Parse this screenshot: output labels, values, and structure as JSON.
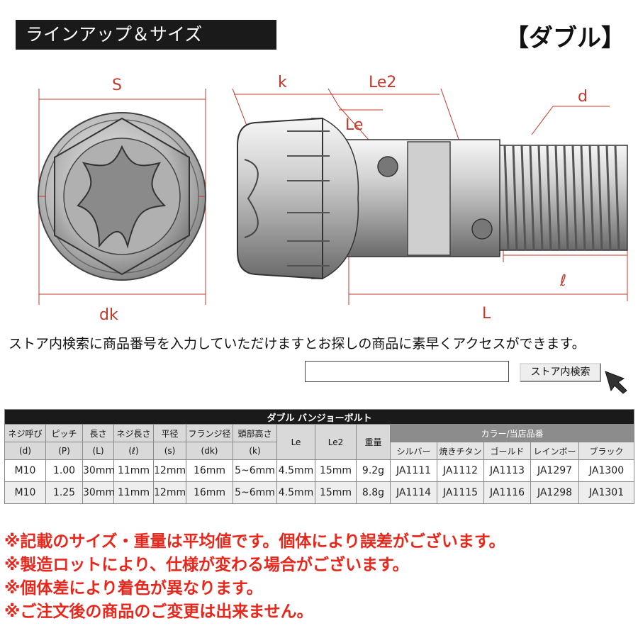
{
  "header": {
    "title": "ラインアップ＆サイズ",
    "variant": "【ダブル】"
  },
  "diagram": {
    "labels": {
      "s": "S",
      "dk": "dk",
      "k": "k",
      "le2": "Le2",
      "le": "Le",
      "d": "d",
      "l_small": "ℓ",
      "l_big": "L"
    }
  },
  "intro": "ストア内検索に商品番号を入力していただけますとお探しの商品に素早くアクセスができます。",
  "search": {
    "placeholder": "",
    "button": "ストア内検索",
    "cursor_icon": "arrow-cursor-icon"
  },
  "table": {
    "title": "ダブル バンジョーボルト",
    "headers": {
      "thread": "ネジ呼び",
      "thread_sub": "(d)",
      "pitch": "ピッチ",
      "pitch_sub": "(P)",
      "length": "長さ",
      "length_sub": "(L)",
      "thread_len": "ネジ長さ",
      "thread_len_sub": "(ℓ)",
      "flat": "平径",
      "flat_sub": "(s)",
      "flange": "フランジ径",
      "flange_sub": "(dk)",
      "head": "頭部高さ",
      "head_sub": "(k)",
      "le": "Le",
      "le2": "Le2",
      "weight": "重量",
      "color_group": "カラー/当店品番",
      "colors": [
        "シルバー",
        "焼きチタン",
        "ゴールド",
        "レインボー",
        "ブラック"
      ]
    },
    "rows": [
      {
        "d": "M10",
        "p": "1.00",
        "l": "30mm",
        "tl": "11mm",
        "s": "12mm",
        "dk": "16mm",
        "k": "5~6mm",
        "le": "4.5mm",
        "le2": "15mm",
        "w": "9.2g",
        "codes": [
          "JA1111",
          "JA1112",
          "JA1113",
          "JA1297",
          "JA1300"
        ]
      },
      {
        "d": "M10",
        "p": "1.25",
        "l": "30mm",
        "tl": "11mm",
        "s": "12mm",
        "dk": "16mm",
        "k": "5~6mm",
        "le": "4.5mm",
        "le2": "15mm",
        "w": "8.8g",
        "codes": [
          "JA1114",
          "JA1115",
          "JA1116",
          "JA1298",
          "JA1301"
        ]
      }
    ]
  },
  "notes": [
    "※記載のサイズ・重量は平均値です。個体により誤差がございます。",
    "※製造ロットにより、仕様が変わる場合がございます。",
    "※個体差により着色が異なります。",
    "※ご注文後の商品のご変更は出来ません。"
  ],
  "colors": {
    "accent": "#e8271c",
    "dark": "#1a1a1a"
  }
}
